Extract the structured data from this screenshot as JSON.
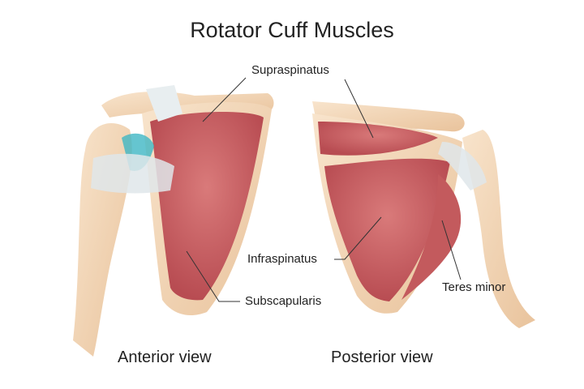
{
  "title": "Rotator Cuff Muscles",
  "labels": {
    "supraspinatus": "Supraspinatus",
    "infraspinatus": "Infraspinatus",
    "subscapularis": "Subscapularis",
    "teres_minor": "Teres minor"
  },
  "views": {
    "anterior": "Anterior view",
    "posterior": "Posterior view"
  },
  "colors": {
    "bone": "#f3d7b6",
    "muscle": "#c85b5e",
    "tendon": "#dfe6ea",
    "cartilage": "#3fb6c4"
  }
}
